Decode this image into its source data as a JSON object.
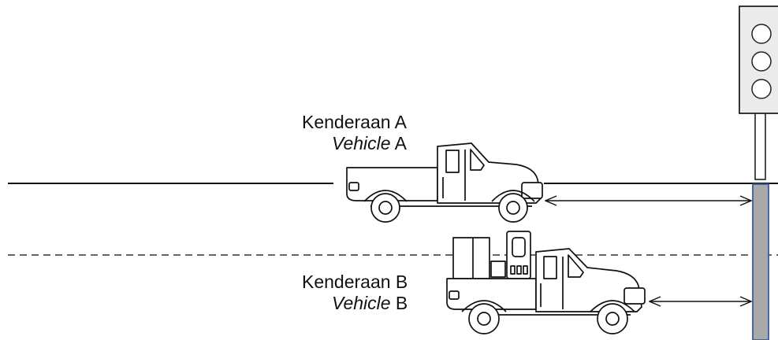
{
  "vehicles": {
    "a": {
      "name_ms": "Kenderaan A",
      "name_en_word": "Vehicle",
      "name_en_suffix": " A"
    },
    "b": {
      "name_ms": "Kenderaan B",
      "name_en_word": "Vehicle",
      "name_en_suffix": " B"
    }
  },
  "colors": {
    "ink": "#111111",
    "stop_line_fill": "#a9a9a9",
    "stop_line_border": "#3a5b9c",
    "traffic_light_body": "#ebebeb",
    "background": "#ffffff"
  },
  "icons": {
    "traffic_light": "traffic-light-icon",
    "truck_a": "pickup-truck-icon",
    "truck_b": "loaded-pickup-truck-icon"
  }
}
